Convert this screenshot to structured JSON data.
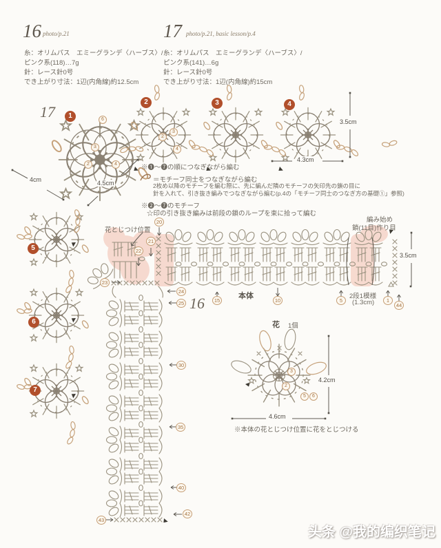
{
  "colors": {
    "accent": "#b14f2b",
    "tan": "#c59d74",
    "pink": "#f6d4c8",
    "line": "#99917f"
  },
  "header": {
    "left": {
      "num": "16",
      "photo": "photo/p.21",
      "specs": [
        "糸：オリムパス　エミーグランデ〈ハーブス〉/",
        "ピンク系(118)…7g",
        "針：レース針0号",
        "でき上がり寸法：1辺(内角線)約12.5cm"
      ]
    },
    "right": {
      "num": "17",
      "photo": "photo/p.21, basic lesson/p.4",
      "specs": [
        "糸：オリムパス　エミーグランデ〈ハーブス〉/",
        "ピンク系(141)…6g",
        "針：レース針0号",
        "でき上がり寸法：1辺(内角線)約15cm"
      ]
    }
  },
  "motif_section": {
    "diagram_label": "17",
    "order_numbers": [
      "1",
      "2",
      "3",
      "4",
      "5",
      "6",
      "7"
    ],
    "motif1_round_numbers": [
      "6",
      "3",
      "2",
      "4"
    ],
    "motif2_round_numbers": [
      "2",
      "3",
      "4"
    ],
    "meas_width": "4cm",
    "meas_diag": "4.5cm",
    "meas_motif_w": "4.3cm",
    "meas_motif_h": "3.5cm",
    "notes": {
      "n1": "※❶〜❼の順につなぎながら編む",
      "n2": "＝モチーフ同士をつなぎながら編む",
      "n3": "2枚め以降のモチーフを編む際に、先に編んだ隣のモチーフの矢印先の鎖の目に",
      "n4": "針を入れて、引き抜き編みでつなぎながら編む(p.4の「モチーフ同士のつなぎ方の基礎①」参照)",
      "n5": "※❷〜❼のモチーフ",
      "n6": "☆印の引き抜き編みは前段の鎖のループを束に拾って編む"
    }
  },
  "band_section": {
    "diagram_label": "16",
    "body_label": "本体",
    "attach_label": "花とじつけ位置",
    "start_line1": "編み始め",
    "start_line2": "鎖(11目)作り目",
    "repeat_line1": "2段1模様",
    "repeat_line2": "(1.3cm)",
    "meas_height": "3.5cm",
    "rows": {
      "r1": "1",
      "r5": "5",
      "r10": "10",
      "r15": "15",
      "r20": "20",
      "r21": "21",
      "r22": "22",
      "r23": "23",
      "r24": "24",
      "r25": "25",
      "r30": "30",
      "r35": "35",
      "r40": "40",
      "r42": "42",
      "r43": "43",
      "r44": "44"
    }
  },
  "flower_section": {
    "title": "花",
    "count": "1個",
    "meas_w": "4.6cm",
    "meas_h": "4.2cm",
    "note": "※本体の花とじつけ位置に花をとじつける",
    "round_numbers": [
      "3",
      "2",
      "5",
      "6"
    ]
  },
  "watermark": "头条 @我的编织笔记"
}
